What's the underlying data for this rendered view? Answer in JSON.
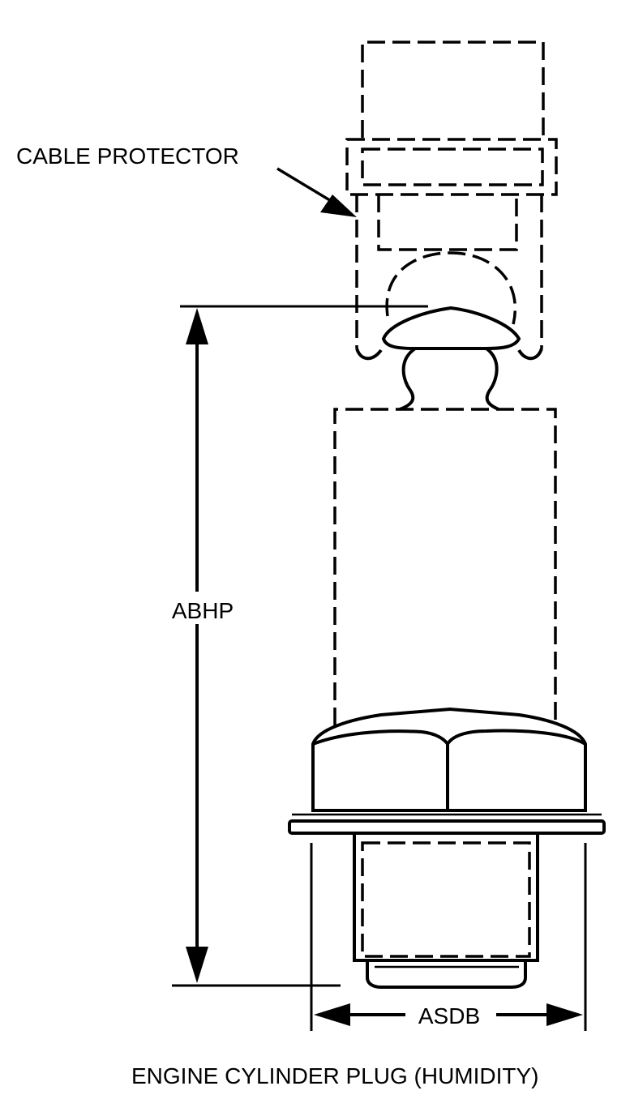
{
  "labels": {
    "cable_protector": "CABLE PROTECTOR",
    "height_dim": "ABHP",
    "width_dim": "ASDB",
    "caption": "ENGINE CYLINDER PLUG (HUMIDITY)"
  },
  "colors": {
    "ink": "#000000",
    "paper": "#ffffff"
  }
}
